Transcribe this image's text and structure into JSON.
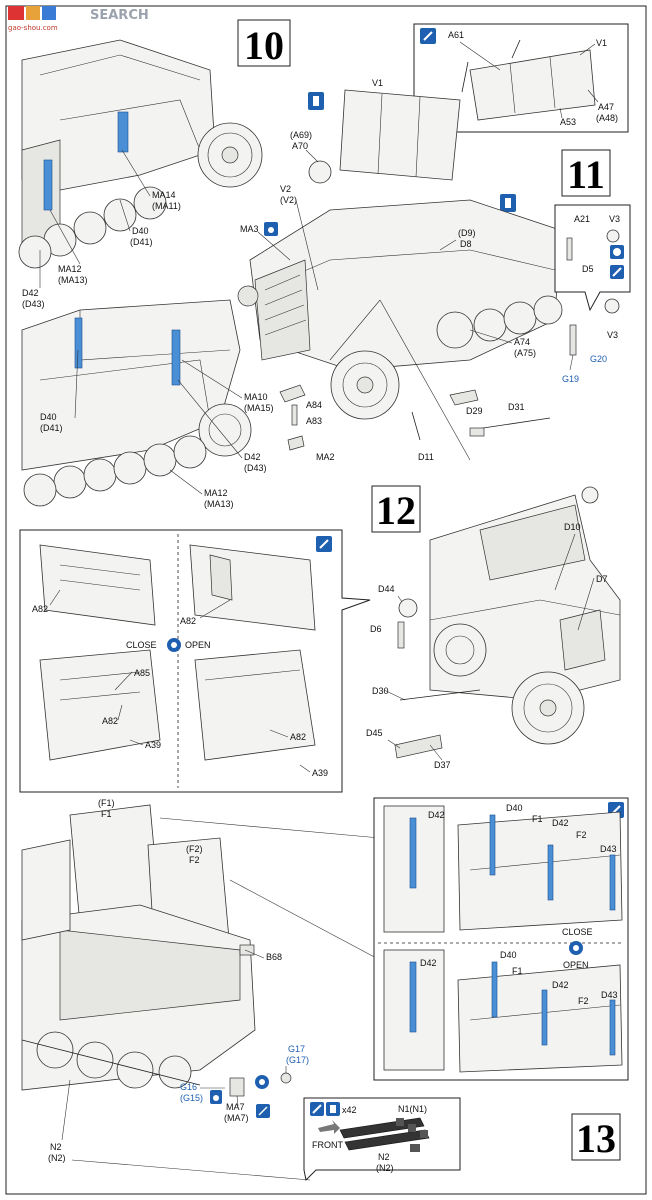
{
  "watermark": {
    "text": "SEARCH",
    "sub": "gao-shou.com"
  },
  "steps": {
    "s10": "10",
    "s11": "11",
    "s12": "12",
    "s13": "13"
  },
  "labels": {
    "step10": {
      "ma14": "MA14",
      "ma11": "(MA11)",
      "d40": "D40",
      "d41": "(D41)",
      "d42": "D42",
      "d43": "(D43)",
      "ma12": "MA12",
      "ma13": "(MA13)",
      "ma10": "MA10",
      "ma15": "(MA15)",
      "d40b": "D40",
      "d41b": "(D41)",
      "d42b": "D42",
      "d43b": "(D43)",
      "ma12b": "MA12",
      "ma13b": "(MA13)"
    },
    "step11": {
      "a61": "A61",
      "v1a": "V1",
      "a47": "A47",
      "a48": "(A48)",
      "a53": "A53",
      "v1b": "V1",
      "a69": "(A69)",
      "a70": "A70",
      "v2": "V2",
      "v2b": "(V2)",
      "ma3": "MA3",
      "d9": "(D9)",
      "d8": "D8",
      "a21": "A21",
      "v3a": "V3",
      "d5": "D5",
      "v3b": "V3",
      "a74": "A74",
      "a75": "(A75)",
      "g20": "G20",
      "g19": "G19",
      "a84": "A84",
      "a83": "A83",
      "ma2": "MA2",
      "d29": "D29",
      "d31": "D31",
      "d11": "D11"
    },
    "step12": {
      "a82a": "A82",
      "a82b": "A82",
      "close": "CLOSE",
      "open": "OPEN",
      "a85": "A85",
      "a82c": "A82",
      "a39a": "A39",
      "a82d": "A82",
      "a39b": "A39",
      "d10": "D10",
      "d7": "D7",
      "d44": "D44",
      "d6": "D6",
      "d30": "D30",
      "d45": "D45",
      "d37": "D37"
    },
    "step13": {
      "f1p": "(F1)",
      "f1": "F1",
      "f2p": "(F2)",
      "f2": "F2",
      "b68": "B68",
      "g17": "G17",
      "g17p": "(G17)",
      "g16": "G16",
      "g15": "(G15)",
      "ma7": "MA7",
      "ma7p": "(MA7)",
      "n2": "N2",
      "n2p": "(N2)",
      "d42a": "D42",
      "d40a": "D40",
      "f1b": "F1",
      "d42b": "D42",
      "f2b": "F2",
      "d43a": "D43",
      "close": "CLOSE",
      "open": "OPEN",
      "d42c": "D42",
      "d40b": "D40",
      "f1c": "F1",
      "d42d": "D42",
      "f2c": "F2",
      "d43b": "D43",
      "x42": "x42",
      "n1": "N1(N1)",
      "front": "FRONT",
      "n2b": "N2",
      "n2bp": "(N2)"
    }
  },
  "colors": {
    "accent_blue": "#1f5fb0",
    "part_blue": "#4a8fd6",
    "line": "#222222"
  },
  "icons": [
    "cement-icon",
    "paint-icon",
    "choice-icon",
    "rivet-icon",
    "sand-icon"
  ]
}
